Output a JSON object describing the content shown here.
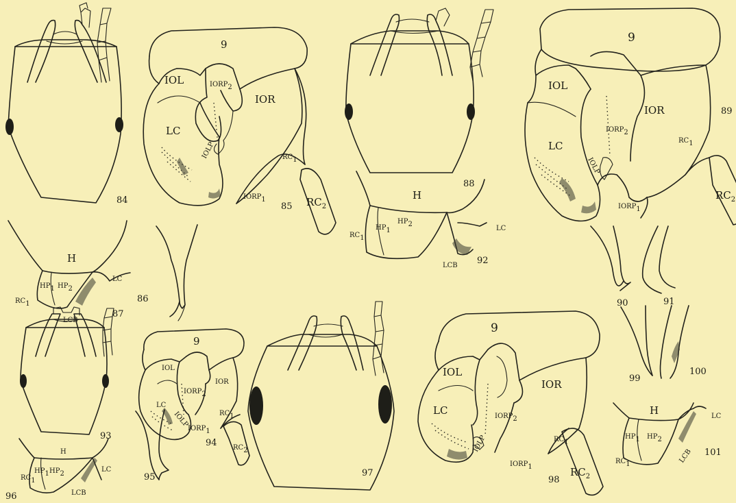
{
  "figures": {
    "f84": {
      "number": "84"
    },
    "f85": {
      "number": "85",
      "labels": {
        "segment": "9",
        "iol": "IOL",
        "ior": "IOR",
        "lc": "LC",
        "iorp2": "IORP2",
        "iolp": "IOLP",
        "iorp1": "IORP1",
        "rc1": "RC1",
        "rc2": "RC2"
      }
    },
    "f86": {
      "number": "86"
    },
    "f87": {
      "number": "87",
      "labels": {
        "h": "H",
        "hp1": "HP1",
        "hp2": "HP2",
        "rc1": "RC1",
        "lcb": "LCB",
        "lc": "LC"
      }
    },
    "f88": {
      "number": "88"
    },
    "f89": {
      "number": "89",
      "labels": {
        "segment": "9",
        "iol": "IOL",
        "ior": "IOR",
        "lc": "LC",
        "iorp2": "IORP2",
        "iolp": "IOLP",
        "iorp1": "IORP1",
        "rc1": "RC1",
        "rc2": "RC2"
      }
    },
    "f90": {
      "number": "90"
    },
    "f91": {
      "number": "91"
    },
    "f92": {
      "number": "92",
      "labels": {
        "h": "H",
        "hp1": "HP1",
        "hp2": "HP2",
        "rc1": "RC1",
        "lcb": "LCB",
        "lc": "LC"
      }
    },
    "f93": {
      "number": "93"
    },
    "f94": {
      "number": "94",
      "labels": {
        "segment": "9",
        "iol": "IOL",
        "ior": "IOR",
        "lc": "LC",
        "iorp2": "IORP2",
        "iolp": "IOLP",
        "iorp1": "IORP1",
        "rc1": "RC1",
        "rc2": "RC2"
      }
    },
    "f95": {
      "number": "95"
    },
    "f96": {
      "number": "96",
      "labels": {
        "h": "H",
        "hp1": "HP1",
        "hp2": "HP2",
        "rc1": "RC1",
        "lcb": "LCB",
        "lc": "LC"
      }
    },
    "f97": {
      "number": "97"
    },
    "f98": {
      "number": "98",
      "labels": {
        "segment": "9",
        "iol": "IOL",
        "ior": "IOR",
        "lc": "LC",
        "iorp2": "IORP2",
        "iolp": "IOLP",
        "iorp1": "IORP1",
        "rc1": "RC1",
        "rc2": "RC2"
      }
    },
    "f99": {
      "number": "99"
    },
    "f100": {
      "number": "100"
    },
    "f101": {
      "number": "101",
      "labels": {
        "h": "H",
        "hp1": "HP1",
        "hp2": "HP2",
        "rc1": "RC1",
        "lcb": "LCB",
        "lc": "LC"
      }
    }
  },
  "colors": {
    "paper": "#f7efb8",
    "ink": "#22221c"
  }
}
